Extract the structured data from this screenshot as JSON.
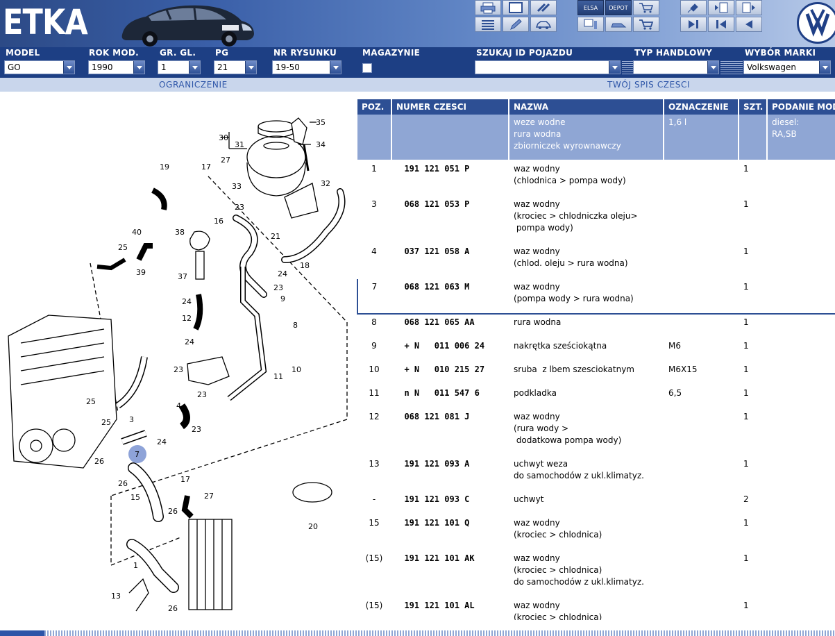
{
  "app": {
    "logo": "ETKA"
  },
  "filters": {
    "model": {
      "label": "MODEL",
      "value": "GO"
    },
    "rok_mod": {
      "label": "ROK MOD.",
      "value": "1990"
    },
    "gr_gl": {
      "label": "GR. GL.",
      "value": "1"
    },
    "pg": {
      "label": "PG",
      "value": "21"
    },
    "nr_rysunku": {
      "label": "NR RYSUNKU",
      "value": "19-50"
    },
    "magazynie": {
      "label": "MAGAZYNIE"
    },
    "szukaj": {
      "label": "SZUKAJ ID POJAZDU",
      "value": ""
    },
    "typ": {
      "label": "TYP HANDLOWY",
      "value": ""
    },
    "marka": {
      "label": "WYBÓR MARKI",
      "value": "Volkswagen"
    }
  },
  "subbar": {
    "left": "OGRANICZENIE",
    "right": "TWÓJ SPIS CZESCI"
  },
  "toolbar": {
    "elsa": "ELSA",
    "depot": "DEPOT"
  },
  "table": {
    "headers": [
      "POZ.",
      "NUMER CZESCI",
      "NAZWA",
      "OZNACZENIE",
      "SZT.",
      "PODANIE MODELU"
    ],
    "info": {
      "nazwa": [
        "weze wodne",
        "rura wodna",
        "zbiorniczek wyrownawczy"
      ],
      "ozn": "1,6 l",
      "podanie": [
        "diesel:",
        "RA,SB"
      ]
    },
    "rows": [
      {
        "poz": "1",
        "nr": "191 121 051 P",
        "nazwa": [
          "waz wodny",
          "(chlodnica > pompa wody)"
        ],
        "ozn": "",
        "szt": "1"
      },
      {
        "poz": "3",
        "nr": "068 121 053 P",
        "nazwa": [
          "waz wodny",
          "(krociec > chlodniczka oleju>",
          " pompa wody)"
        ],
        "ozn": "",
        "szt": "1"
      },
      {
        "poz": "4",
        "nr": "037 121 058 A",
        "nazwa": [
          "waz wodny",
          "(chlod. oleju > rura wodna)"
        ],
        "ozn": "",
        "szt": "1"
      },
      {
        "poz": "7",
        "nr": "068 121 063 M",
        "nazwa": [
          "waz wodny",
          "(pompa wody > rura wodna)"
        ],
        "ozn": "",
        "szt": "1",
        "selected": true
      },
      {
        "poz": "8",
        "nr": "068 121 065 AA",
        "nazwa": [
          "rura wodna"
        ],
        "ozn": "",
        "szt": "1"
      },
      {
        "poz": "9",
        "nr": "+ N   011 006 24",
        "nazwa": [
          "nakrętka sześciokątna"
        ],
        "ozn": "M6",
        "szt": "1"
      },
      {
        "poz": "10",
        "nr": "+ N   010 215 27",
        "nazwa": [
          "sruba  z lbem szesciokatnym"
        ],
        "ozn": "M6X15",
        "szt": "1"
      },
      {
        "poz": "11",
        "nr": "n N   011 547 6",
        "nazwa": [
          "podkladka"
        ],
        "ozn": "6,5",
        "szt": "1"
      },
      {
        "poz": "12",
        "nr": "068 121 081 J",
        "nazwa": [
          "waz wodny",
          "(rura wody >",
          " dodatkowa pompa wody)"
        ],
        "ozn": "",
        "szt": "1"
      },
      {
        "poz": "13",
        "nr": "191 121 093 A",
        "nazwa": [
          "uchwyt weza",
          "do samochodów z ukl.klimatyz."
        ],
        "ozn": "",
        "szt": "1"
      },
      {
        "poz": "-",
        "nr": "191 121 093 C",
        "nazwa": [
          "uchwyt"
        ],
        "ozn": "",
        "szt": "2"
      },
      {
        "poz": "15",
        "nr": "191 121 101 Q",
        "nazwa": [
          "waz wodny",
          "(krociec > chlodnica)"
        ],
        "ozn": "",
        "szt": "1"
      },
      {
        "poz": "(15)",
        "nr": "191 121 101 AK",
        "nazwa": [
          "waz wodny",
          "(krociec > chlodnica)",
          "do samochodów z ukl.klimatyz."
        ],
        "ozn": "",
        "szt": "1"
      },
      {
        "poz": "(15)",
        "nr": "191 121 101 AL",
        "nazwa": [
          "waz wodny",
          "(krociec > chlodnica)"
        ],
        "ozn": "",
        "szt": "1"
      }
    ]
  },
  "diagram": {
    "labels": [
      "35",
      "30",
      "31",
      "34",
      "32",
      "33",
      "19",
      "17",
      "27",
      "23",
      "16",
      "40",
      "38",
      "21",
      "24",
      "18",
      "25",
      "39",
      "37",
      "9",
      "8",
      "24",
      "12",
      "23",
      "24",
      "10",
      "11",
      "23",
      "4",
      "23",
      "25",
      "3",
      "25",
      "24",
      "23",
      "7",
      "26",
      "26",
      "15",
      "17",
      "27",
      "26",
      "1",
      "13",
      "26",
      "20"
    ],
    "highlight": "7"
  }
}
